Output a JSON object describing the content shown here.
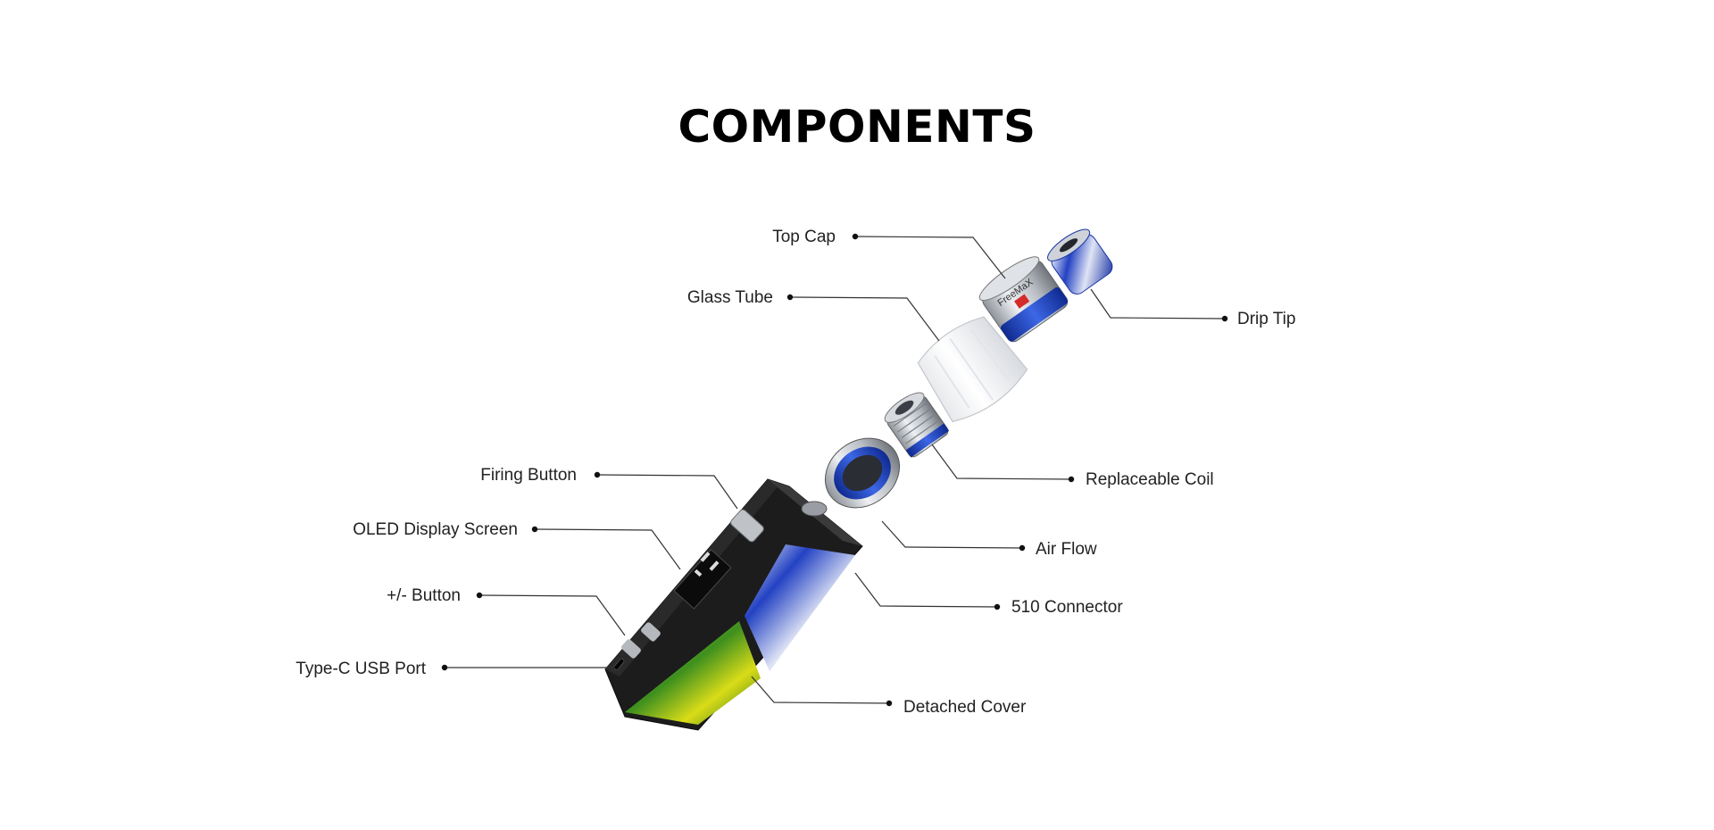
{
  "title": "COMPONENTS",
  "colors": {
    "background": "#ffffff",
    "text": "#111111",
    "accent_blue": "#2747c9",
    "accent_yellow": "#d8dc1a",
    "accent_green": "#3a8a1e",
    "steel": "#c9ccd1",
    "device_body": "#1c1c1c"
  },
  "labels": {
    "top_cap": "Top Cap",
    "glass_tube": "Glass Tube",
    "drip_tip": "Drip Tip",
    "replaceable_coil": "Replaceable Coil",
    "air_flow": "Air Flow",
    "connector_510": "510 Connector",
    "detached_cover": "Detached Cover",
    "firing_button": "Firing Button",
    "oled_display_screen": "OLED Display Screen",
    "plus_minus_button": "+/- Button",
    "type_c_usb_port": "Type-C USB Port"
  },
  "device_branding": {
    "brand_text": "FreeMaX"
  },
  "icons": {
    "device": "vape-mod-icon",
    "tank_parts": "tank-component-icon"
  }
}
